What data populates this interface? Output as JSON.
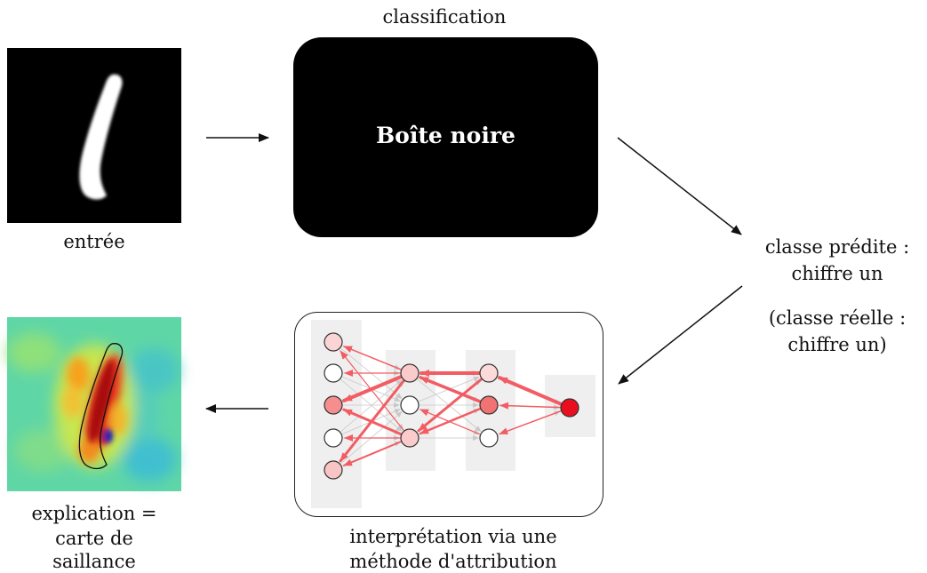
{
  "input": {
    "caption": "entrée"
  },
  "classifier": {
    "title": "classification",
    "box_label": "Boîte noire",
    "box_color": "#000000"
  },
  "prediction": {
    "predicted_line1": "classe prédite :",
    "predicted_line2": "chiffre un",
    "actual_line1": "(classe réelle :",
    "actual_line2": "chiffre un)"
  },
  "attribution": {
    "caption_line1": "interprétation via une",
    "caption_line2": "méthode d'attribution",
    "layers": [
      5,
      3,
      3,
      1
    ],
    "output_color": "#e8101e",
    "edge_color": "#f25c63",
    "weak_edge_color": "#c8c8c8",
    "layer_bg_color": "#efefef",
    "node_fills": [
      [
        "#fbd5d5",
        "#ffffff",
        "#f58e8e",
        "#ffffff",
        "#f9c4c4"
      ],
      [
        "#fbcaca",
        "#ffffff",
        "#fbcaca"
      ],
      [
        "#fcdada",
        "#f07272",
        "#ffffff"
      ],
      [
        "#e8101e"
      ]
    ]
  },
  "explanation": {
    "caption_line1": "explication =",
    "caption_line2": "carte de",
    "caption_line3": "saillance"
  },
  "arrows": [
    "input-to-classifier-arrow",
    "classifier-to-prediction-arrow",
    "prediction-to-attribution-arrow",
    "attribution-to-explanation-arrow"
  ]
}
